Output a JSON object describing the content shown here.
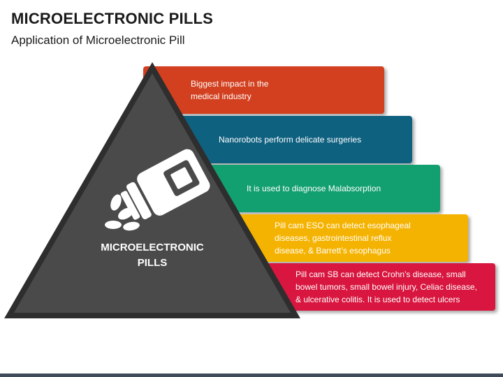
{
  "header": {
    "title": "MICROELECTRONIC PILLS",
    "subtitle": "Application of Microelectronic Pill"
  },
  "pyramid": {
    "label_line1": "MICROELECTRONIC",
    "label_line2": "PILLS",
    "icon": "pill-bottle-icon",
    "fill_color": "#4a4a4a",
    "border_color": "#2e2e2e"
  },
  "levels": [
    {
      "text_lines": [
        "Biggest impact in the",
        "medical industry"
      ],
      "color": "#d2401f"
    },
    {
      "text_lines": [
        "Nanorobots perform delicate surgeries"
      ],
      "color": "#0f6180"
    },
    {
      "text_lines": [
        "It is used to diagnose Malabsorption"
      ],
      "color": "#13a070"
    },
    {
      "text_lines": [
        "Pill cam ESO can detect esophageal",
        "diseases, gastrointestinal reflux",
        "disease, & Barrett’s esophagus"
      ],
      "color": "#f5b301"
    },
    {
      "text_lines": [
        "Pill cam SB can detect Crohn's disease, small",
        "bowel tumors, small bowel injury,  Celiac disease,",
        "& ulcerative colitis. It is used to detect ulcers"
      ],
      "color": "#d8163f"
    }
  ]
}
